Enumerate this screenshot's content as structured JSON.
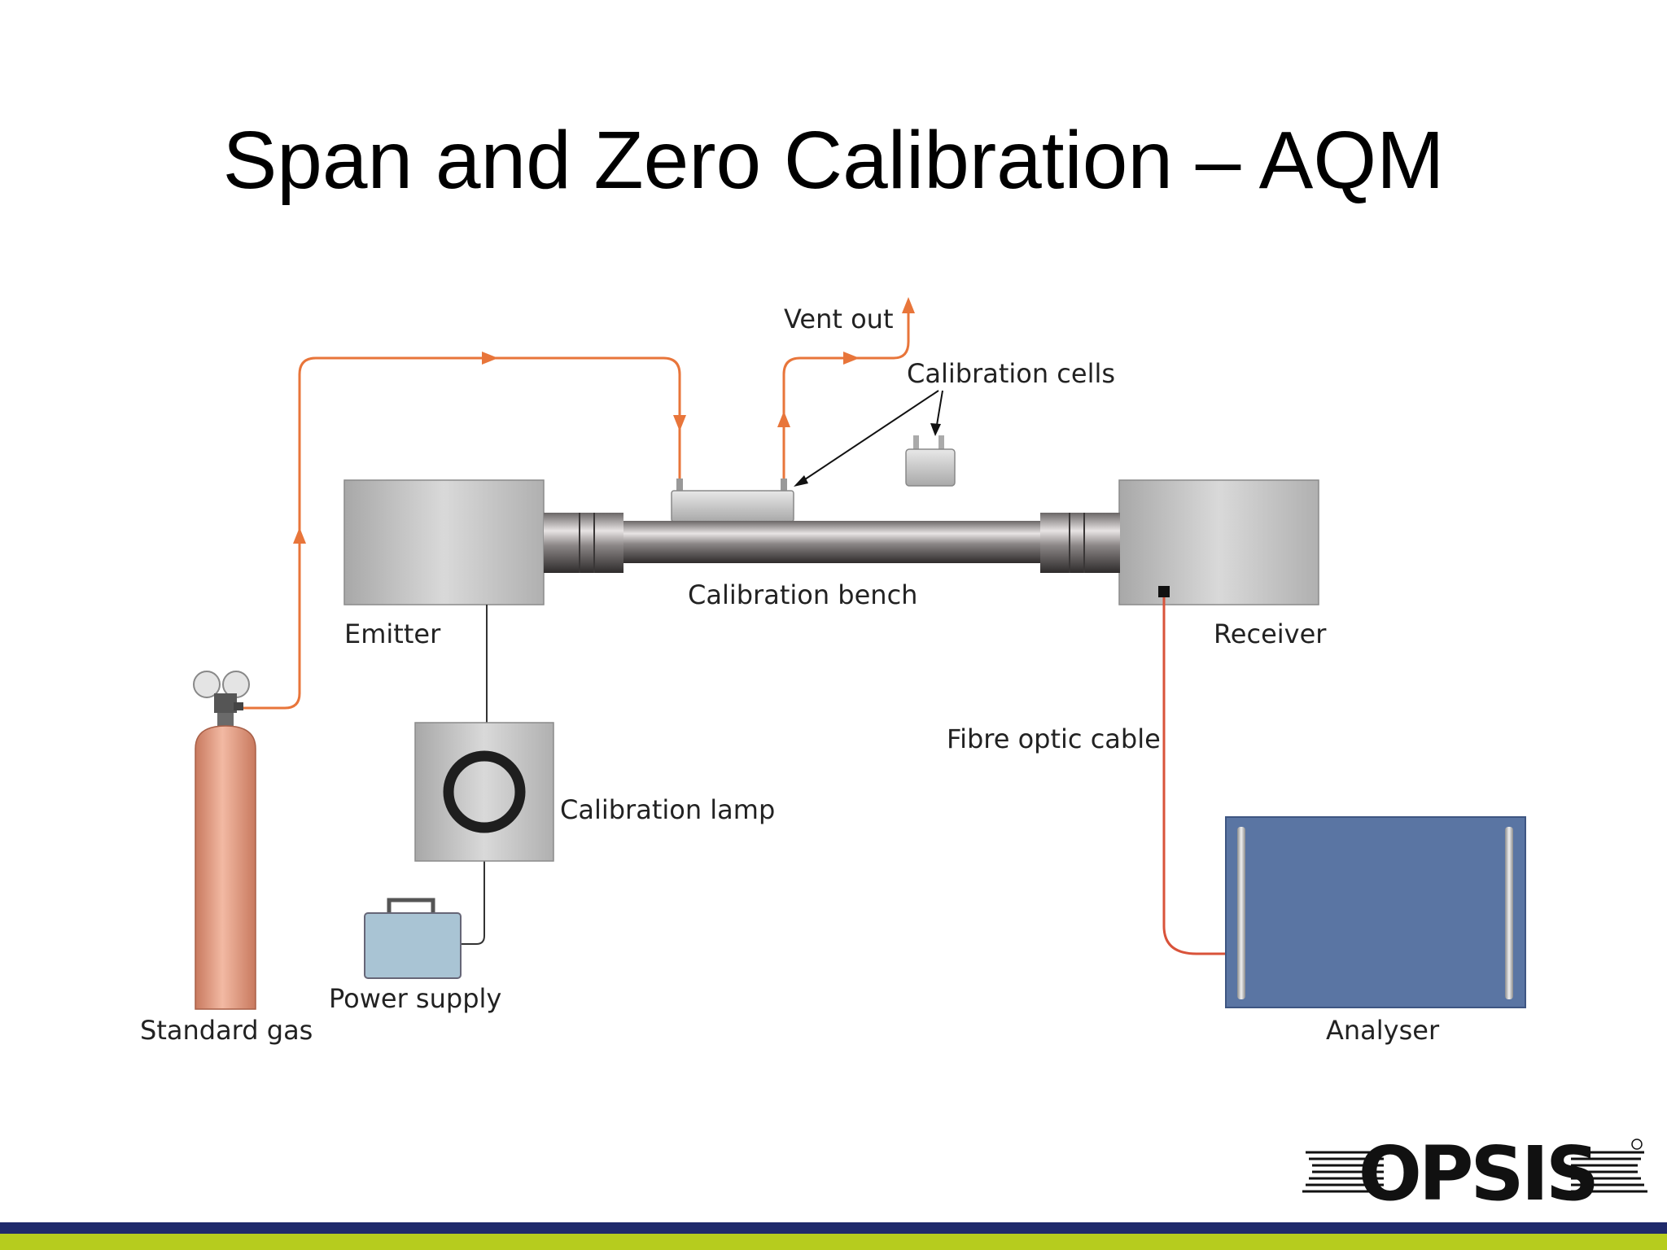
{
  "slide": {
    "title": "Span and Zero Calibration – AQM"
  },
  "diagram": {
    "labels": {
      "vent_out": "Vent out",
      "calibration_cells": "Calibration cells",
      "calibration_bench": "Calibration bench",
      "emitter": "Emitter",
      "receiver": "Receiver",
      "fibre_optic_cable": "Fibre optic cable",
      "calibration_lamp": "Calibration lamp",
      "power_supply": "Power supply",
      "standard_gas": "Standard gas",
      "analyser": "Analyser"
    },
    "colors": {
      "gas_line": "#e8753a",
      "analyser": "#5a75a3",
      "cylinder": "#e69a80",
      "power_supply": "#a9c4d4",
      "unit_gray": "#c8c8c8"
    }
  },
  "logo": {
    "text": "OPSIS"
  },
  "footer": {
    "colors": {
      "navy": "#1f2a6b",
      "lime": "#b6cc1e"
    }
  }
}
